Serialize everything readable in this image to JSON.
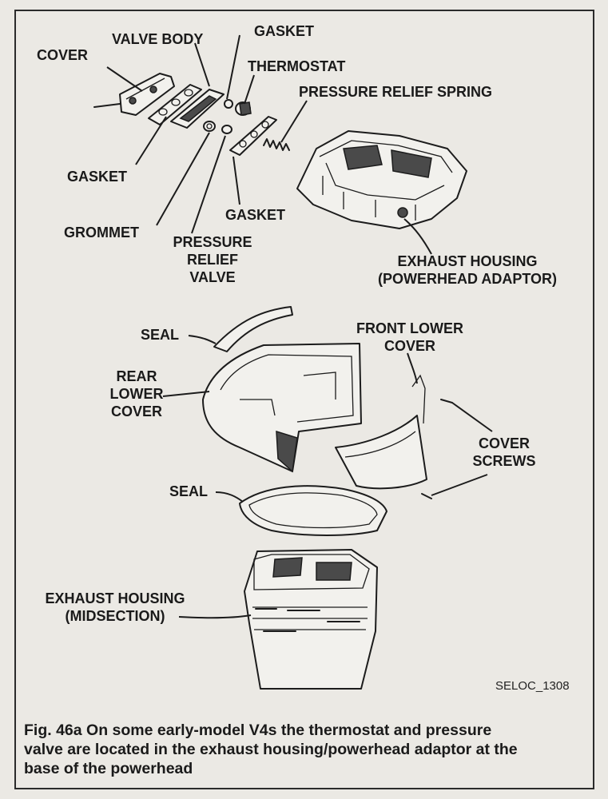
{
  "labels": {
    "cover": "COVER",
    "valve_body": "VALVE BODY",
    "gasket_top": "GASKET",
    "thermostat": "THERMOSTAT",
    "pressure_relief_spring": "PRESSURE RELIEF SPRING",
    "gasket_left": "GASKET",
    "gasket_mid": "GASKET",
    "grommet": "GROMMET",
    "pressure_relief_valve": [
      "PRESSURE",
      "RELIEF",
      "VALVE"
    ],
    "exhaust_housing_adaptor": [
      "EXHAUST HOUSING",
      "(POWERHEAD ADAPTOR)"
    ],
    "seal_top": "SEAL",
    "front_lower_cover": [
      "FRONT LOWER",
      "COVER"
    ],
    "rear_lower_cover": [
      "REAR",
      "LOWER",
      "COVER"
    ],
    "cover_screws": [
      "COVER",
      "SCREWS"
    ],
    "seal_bottom": "SEAL",
    "exhaust_housing_midsection": [
      "EXHAUST HOUSING",
      "(MIDSECTION)"
    ]
  },
  "figure_code": "SELOC_1308",
  "caption": [
    "Fig. 46a  On some early-model V4s the thermostat and pressure",
    "valve are located in the exhaust housing/powerhead adaptor at the",
    "base of the powerhead"
  ]
}
